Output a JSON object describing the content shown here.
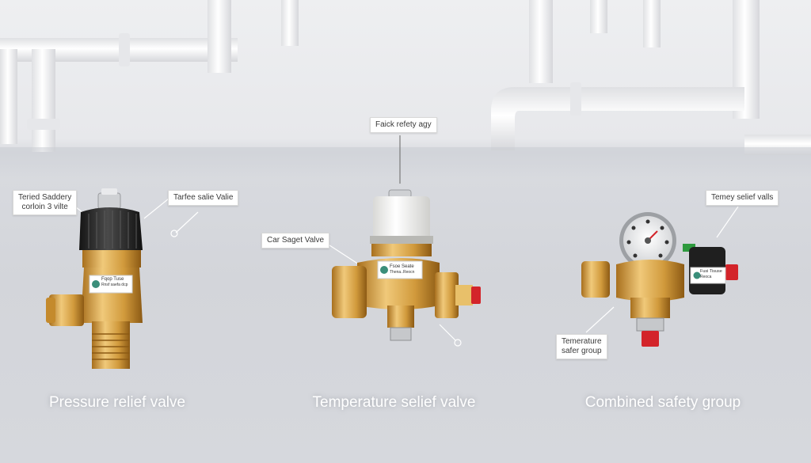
{
  "products": [
    {
      "caption": "Pressure relief valve",
      "callouts": [
        "Teried Saddery\ncorloin 3 vilte",
        "Tarfee salie Valie"
      ],
      "tag_line1": "Fqop Tuse",
      "tag_line2": "Rnsf saefa dcp"
    },
    {
      "caption": "Temperature selief valve",
      "callouts": [
        "Faick refety agy",
        "Car Saget Valve"
      ],
      "tag_line1": "Fsoe Seate",
      "tag_line2": "Thena..Reocn"
    },
    {
      "caption": "Combined safety group",
      "callouts": [
        "Temey selief valls",
        "Temerature\nsafer group"
      ],
      "tag_line1": "Fusi Tisuse",
      "tag_line2": "Reoca"
    }
  ],
  "colors": {
    "brass": "#d19a3c",
    "brass_dark": "#a86f1d",
    "brass_light": "#f0c97a",
    "cap_black": "#2b2b2b",
    "cap_red": "#d3242a",
    "cap_white": "#f4f4f2",
    "pipe_white": "#f7f7f8"
  }
}
